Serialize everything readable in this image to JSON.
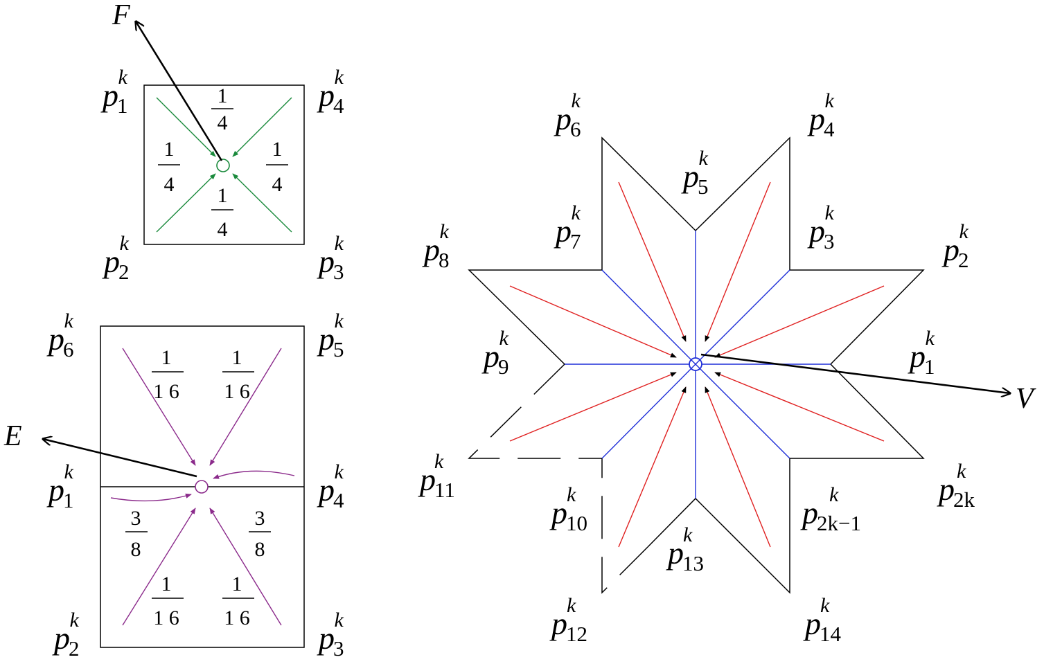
{
  "labels": {
    "base": "p",
    "sup": "k",
    "square": [
      "1",
      "2",
      "3",
      "4"
    ],
    "rect": [
      "1",
      "2",
      "3",
      "4",
      "5",
      "6"
    ],
    "star": [
      "1",
      "2",
      "3",
      "4",
      "5",
      "6",
      "7",
      "8",
      "9",
      "10",
      "11",
      "12",
      "13",
      "14",
      "2k",
      "2k−1"
    ]
  },
  "weights": {
    "face_weight": {
      "num": "1",
      "den": "4"
    },
    "edge_weight": {
      "num": "3",
      "den": "8"
    },
    "wing_weight": {
      "num": "1",
      "den": "1 6"
    }
  },
  "vectors": {
    "face": "F",
    "edge": "E",
    "vertex": "V"
  },
  "colors": {
    "outline": "#000000",
    "face_arrows": "#1a8a3c",
    "edge_arrows": "#8b2a8b",
    "vertex_red": "#e02020",
    "vertex_blue": "#1f2fd8"
  }
}
